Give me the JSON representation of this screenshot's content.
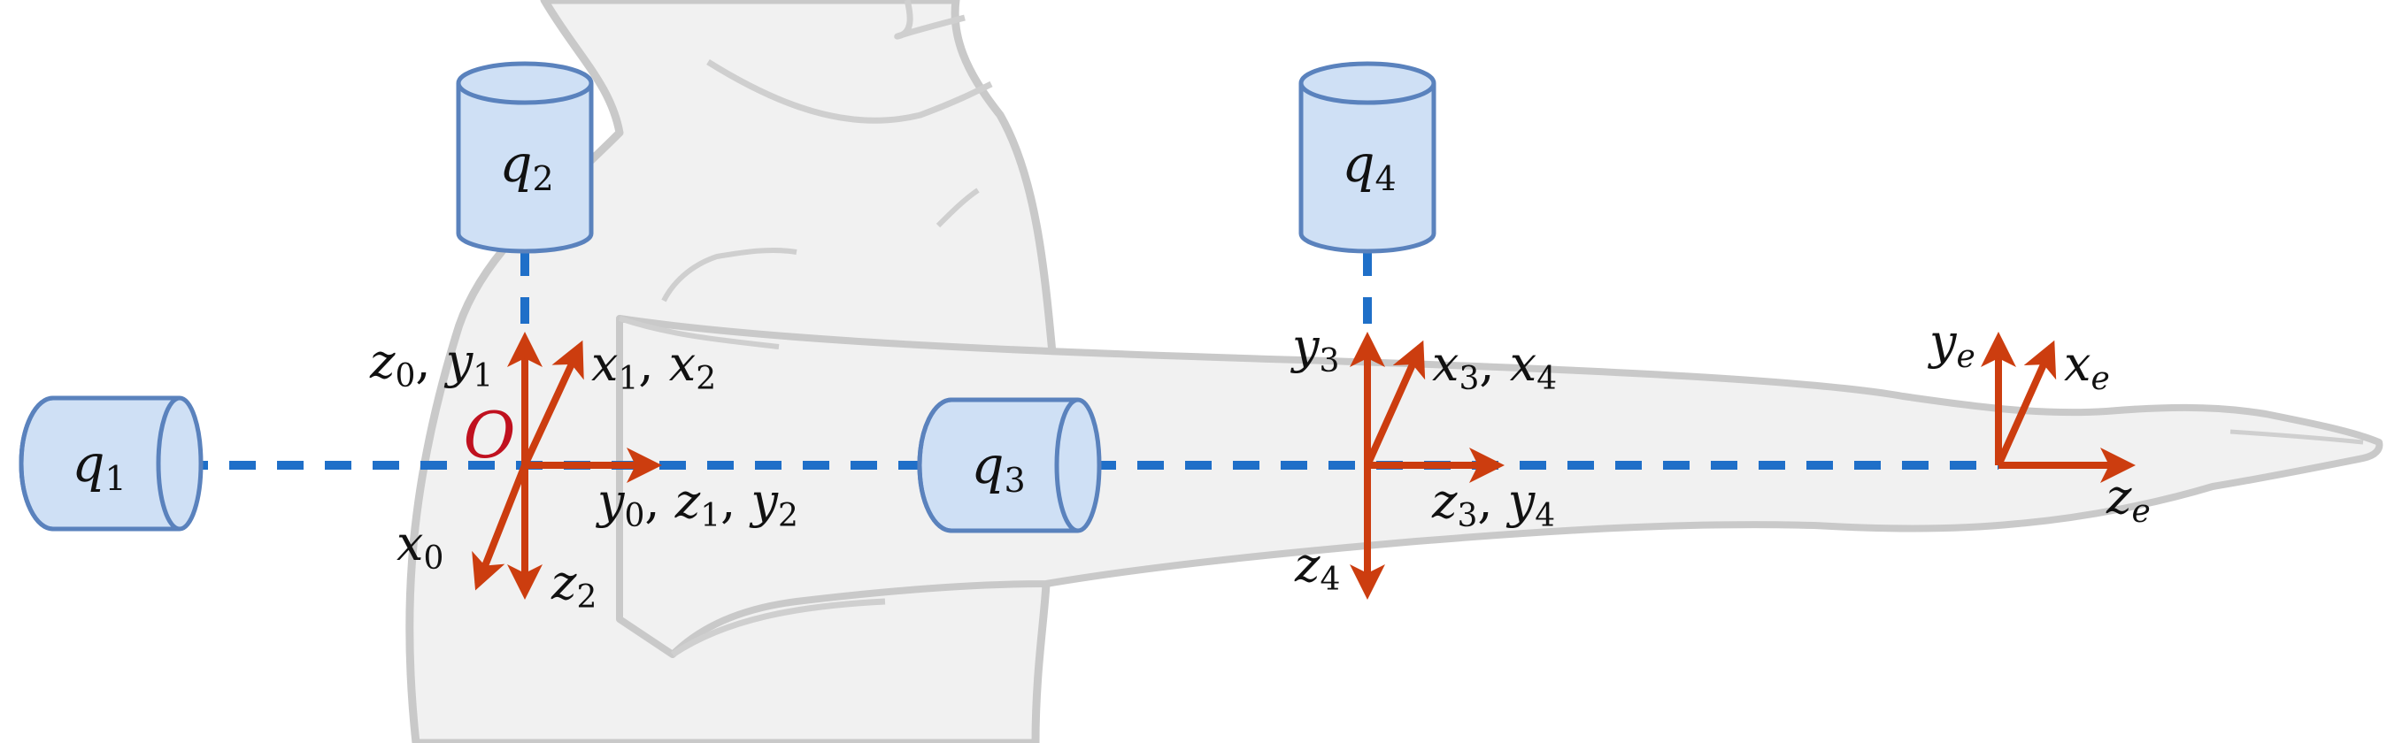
{
  "colors": {
    "body_fill": "#f1f1f1",
    "body_outline": "#c9c9c9",
    "axis": "#cc3d0f",
    "link_dashed": "#1f6fc8",
    "joint_fill": "#cfe0f5",
    "joint_stroke": "#5a82bd",
    "origin_label": "#c0111f",
    "text": "#111111"
  },
  "joints": [
    {
      "name": "q",
      "sub": "1",
      "kind": "horizontal-cylinder"
    },
    {
      "name": "q",
      "sub": "2",
      "kind": "vertical-cylinder"
    },
    {
      "name": "q",
      "sub": "3",
      "kind": "horizontal-cylinder"
    },
    {
      "name": "q",
      "sub": "4",
      "kind": "vertical-cylinder"
    }
  ],
  "origin_label": "O",
  "frames": {
    "shoulder": {
      "up": [
        {
          "v": "z",
          "s": "0"
        },
        {
          "v": "y",
          "s": "1"
        }
      ],
      "diag_up": [
        {
          "v": "x",
          "s": "1"
        },
        {
          "v": "x",
          "s": "2"
        }
      ],
      "right": [
        {
          "v": "y",
          "s": "0"
        },
        {
          "v": "z",
          "s": "1"
        },
        {
          "v": "y",
          "s": "2"
        }
      ],
      "diag_down": [
        {
          "v": "x",
          "s": "0"
        }
      ],
      "down": [
        {
          "v": "z",
          "s": "2"
        }
      ]
    },
    "elbow": {
      "up": [
        {
          "v": "y",
          "s": "3"
        }
      ],
      "diag_up": [
        {
          "v": "x",
          "s": "3"
        },
        {
          "v": "x",
          "s": "4"
        }
      ],
      "right": [
        {
          "v": "z",
          "s": "3"
        },
        {
          "v": "y",
          "s": "4"
        }
      ],
      "down": [
        {
          "v": "z",
          "s": "4"
        }
      ]
    },
    "end_effector": {
      "up": [
        {
          "v": "y",
          "s": "e"
        }
      ],
      "diag_up": [
        {
          "v": "x",
          "s": "e"
        }
      ],
      "right": [
        {
          "v": "z",
          "s": "e"
        }
      ]
    }
  }
}
